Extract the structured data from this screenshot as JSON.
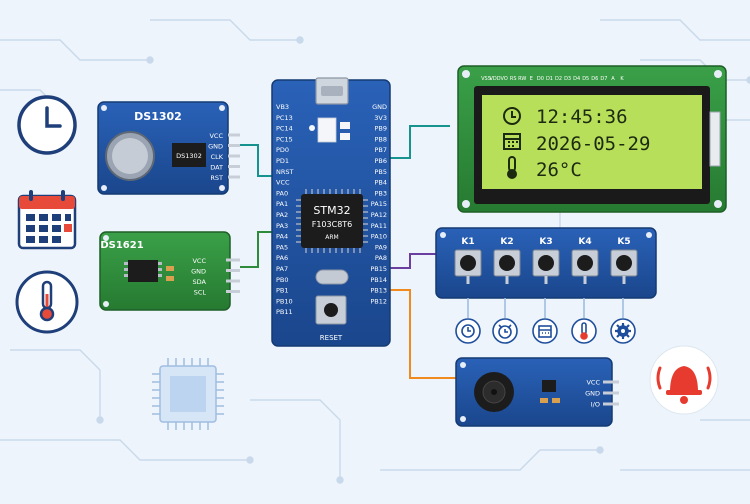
{
  "ds1302": {
    "title": "DS1302",
    "chip": "DS1302",
    "pins": [
      "VCC",
      "GND",
      "CLK",
      "DAT",
      "RST"
    ]
  },
  "ds1621": {
    "title": "DS1621",
    "pins": [
      "VCC",
      "GND",
      "SDA",
      "SCL"
    ]
  },
  "mcu": {
    "chip_line1": "STM32",
    "chip_line2": "F103C8T6",
    "chip_line3": "ARM",
    "reset_label": "RESET",
    "left_pins": [
      "VB3",
      "PC13",
      "PC14",
      "PC15",
      "PD0",
      "PD1",
      "NRST",
      "VCC",
      "PA0",
      "PA1",
      "PA2",
      "PA3",
      "PA4",
      "PA5",
      "PA6",
      "PA7",
      "PB0",
      "PB1",
      "PB10",
      "PB11"
    ],
    "right_pins": [
      "GND",
      "3V3",
      "PB9",
      "PB8",
      "PB7",
      "PB6",
      "PB5",
      "PB4",
      "PB3",
      "PA15",
      "PA12",
      "PA11",
      "PA10",
      "PA9",
      "PA8",
      "PB15",
      "PB14",
      "PB13",
      "PB12"
    ]
  },
  "lcd": {
    "pin_header": [
      "VSS",
      "VDD",
      "VO",
      "RS",
      "RW",
      "E",
      "D0",
      "D1",
      "D2",
      "D3",
      "D4",
      "D5",
      "D6",
      "D7",
      "A",
      "K"
    ],
    "time": "12:45:36",
    "date": "2026-05-29",
    "temp": "26°C"
  },
  "keys": {
    "labels": [
      "K1",
      "K2",
      "K3",
      "K4",
      "K5"
    ]
  },
  "buzzer": {
    "pins": [
      "VCC",
      "GND",
      "I/O"
    ]
  },
  "colors": {
    "board_blue": "#1e4f9c",
    "board_green": "#2e8b3a",
    "lcd_screen": "#b8df5a",
    "wire_teal": "#17938f",
    "wire_green": "#2e8b3a",
    "wire_purple": "#6a3fa0",
    "wire_orange": "#f08a1c",
    "alarm_red": "#e63b2e"
  },
  "icons": [
    "clock-icon",
    "calendar-icon",
    "thermometer-icon",
    "alarm-bell-icon",
    "timer-icon",
    "alarm-clock-icon",
    "gear-icon"
  ]
}
